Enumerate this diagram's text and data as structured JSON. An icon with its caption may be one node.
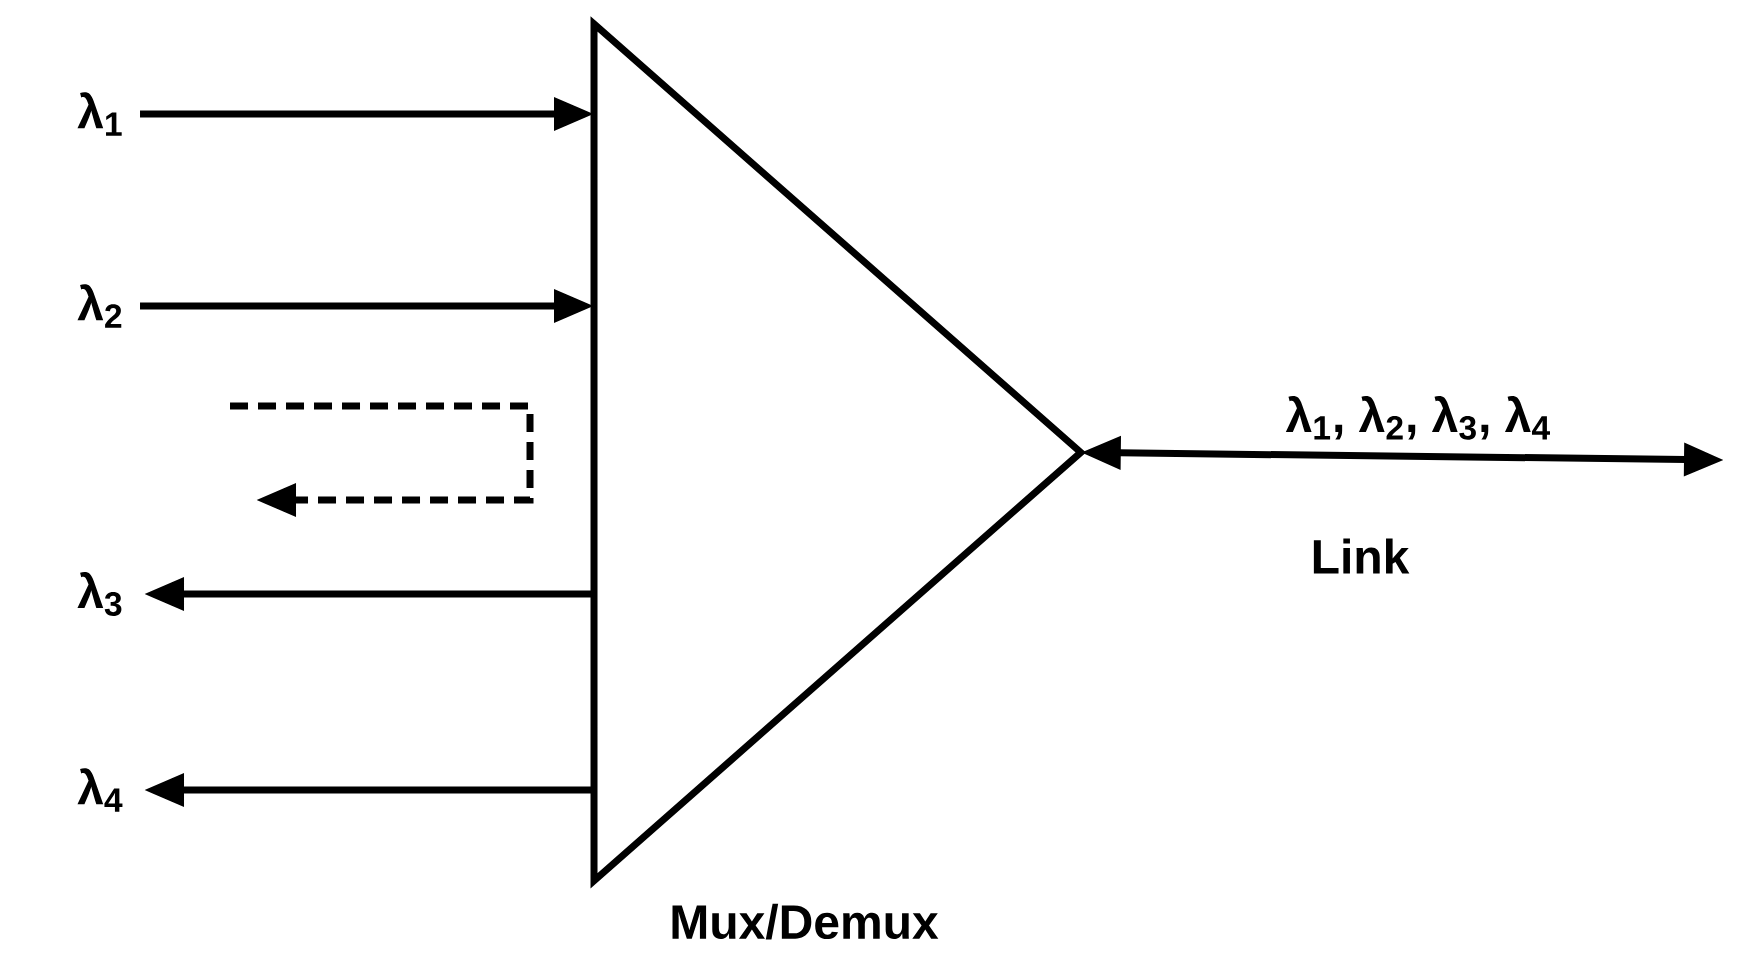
{
  "diagram": {
    "nodes": [
      {
        "text": [
          "Mux/Demux"
        ]
      },
      {
        "text": [
          "λ$_{1}$"
        ]
      },
      {
        "text": [
          "λ$_{2}$"
        ]
      },
      {
        "text": [
          "λ$_{3}$"
        ]
      },
      {
        "text": [
          "λ$_{4}$"
        ]
      }
    ],
    "edges": [
      {
        "from": 1,
        "to": 0,
        "arrow": "to"
      },
      {
        "from": 2,
        "to": 0,
        "arrow": "to"
      },
      {
        "from": 0,
        "to": 3,
        "arrow": "to"
      },
      {
        "from": 0,
        "to": 4,
        "arrow": "to"
      },
      {
        "from": 0,
        "to": null,
        "arrow": "both",
        "label": "λ$_{1}$, λ$_{2}$, λ$_{3}$, λ$_{4}$"
      }
    ],
    "labels": [
      "Link"
    ]
  }
}
